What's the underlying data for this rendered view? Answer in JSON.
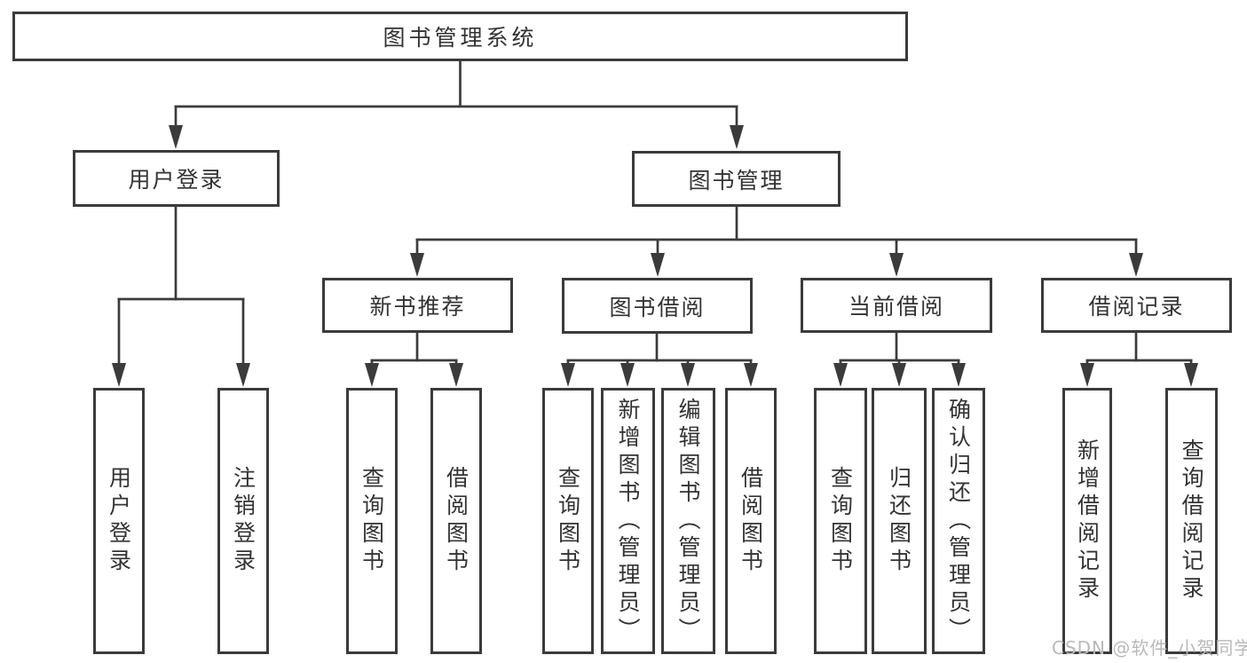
{
  "diagram": {
    "title": "图书管理系统",
    "level2": [
      "用户登录",
      "图书管理"
    ],
    "level3": [
      "新书推荐",
      "图书借阅",
      "当前借阅",
      "借阅记录"
    ],
    "leaves": [
      "用户登录",
      "注销登录",
      "查询图书",
      "借阅图书",
      "查询图书",
      "新增图书（管理员）",
      "编辑图书（管理员）",
      "借阅图书",
      "查询图书",
      "归还图书",
      "确认归还（管理员）",
      "新增借阅记录",
      "查询借阅记录"
    ],
    "colors": {
      "line": "#3b3b3b",
      "text": "#333333",
      "box_background": "#ffffff",
      "watermark": "#b9b9b9"
    },
    "watermark": "CSDN @软件_小贺同学"
  }
}
